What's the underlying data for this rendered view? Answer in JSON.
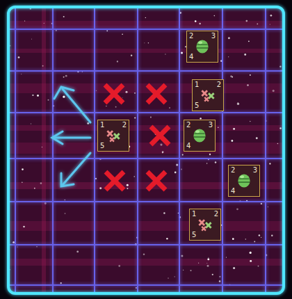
{
  "diagram": {
    "nodes": [
      {
        "text": [
          "2",
          "3",
          "4"
        ]
      },
      {
        "text": [
          "1",
          "2",
          "5"
        ]
      },
      {
        "text": [
          "1",
          "2",
          "5"
        ]
      },
      {
        "text": [
          "2",
          "3",
          "4"
        ]
      },
      {
        "text": [
          "2",
          "3",
          "4"
        ]
      },
      {
        "text": [
          "1",
          "2",
          "5"
        ]
      }
    ]
  }
}
